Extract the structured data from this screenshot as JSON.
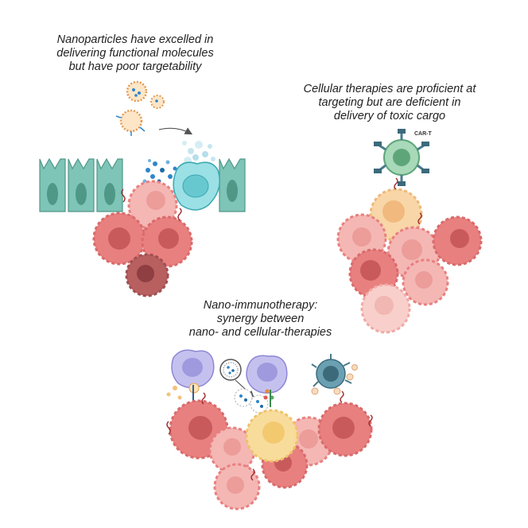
{
  "panels": {
    "nanoparticles": {
      "caption_lines": [
        "Nanoparticles have excelled in",
        "delivering functional molecules",
        "but have poor targetability"
      ]
    },
    "cellular": {
      "caption_lines": [
        "Cellular therapies are proficient at",
        "targeting but are deficient in",
        "delivery of toxic cargo"
      ],
      "cell_label": "CAR-T"
    },
    "nano_immuno": {
      "caption_lines": [
        "Nano-immunotherapy:",
        "synergy between",
        "nano- and cellular-therapies"
      ]
    }
  },
  "colors": {
    "tumor_cell": "#e8807f",
    "tumor_nucleus": "#c95a5c",
    "tumor_light": "#f4b7b4",
    "tumor_dark": "#b85f60",
    "epithelial": "#7ec4b7",
    "macrophage": "#68c8cf",
    "cart": "#7fbf96",
    "immune_purple": "#9f9ade",
    "tcell_yellow": "#f8dc9c",
    "dendritic": "#477b8c",
    "particle_blue": "#2f86c9"
  }
}
